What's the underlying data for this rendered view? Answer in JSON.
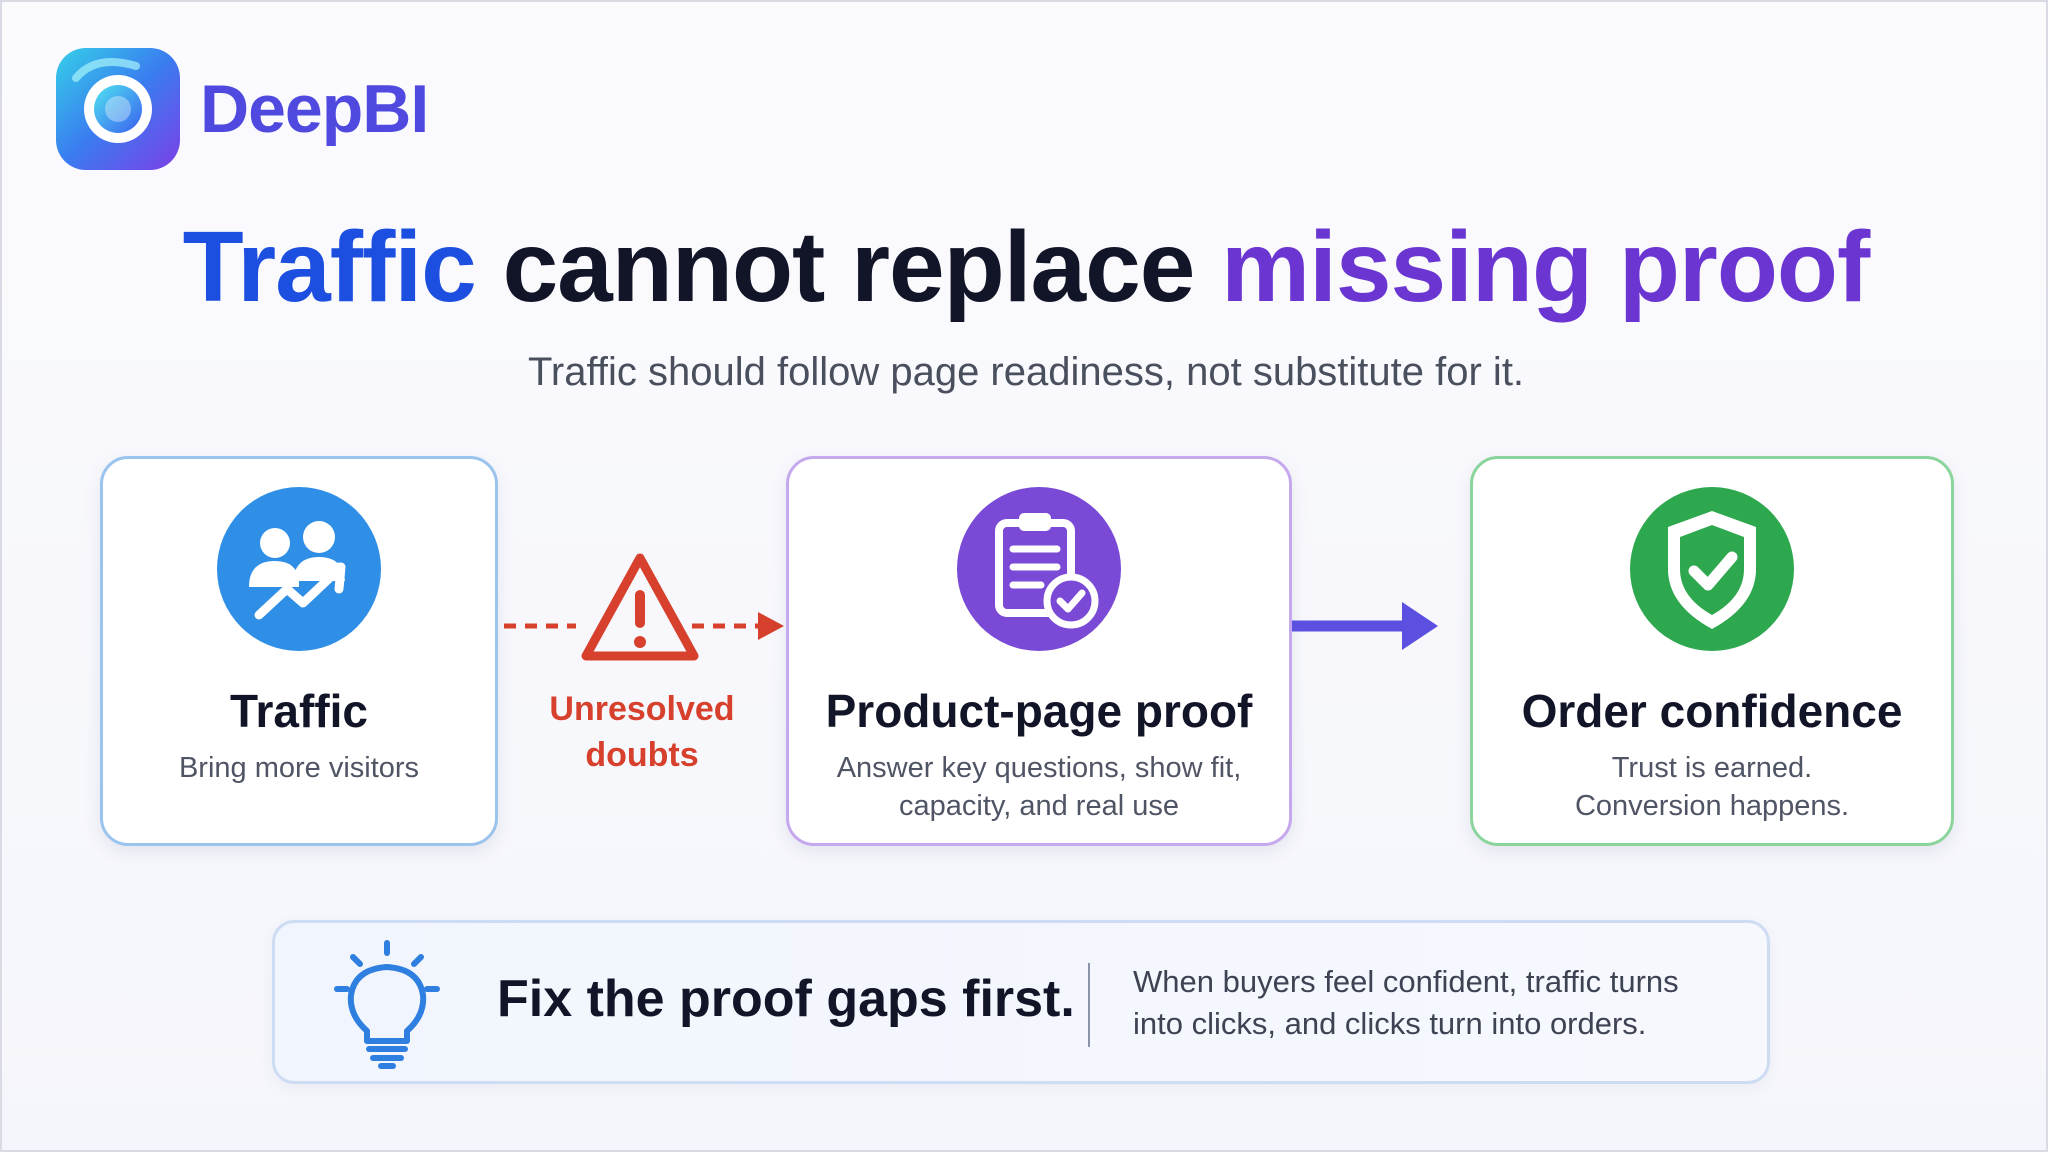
{
  "brand": {
    "name": "DeepBI",
    "colors": {
      "logo_text": "#4f49e0"
    }
  },
  "header": {
    "title_part1": "Traffic",
    "title_part2": " cannot replace ",
    "title_part3": "missing proof",
    "subtitle": "Traffic should follow page readiness, not substitute for it."
  },
  "flow": {
    "steps": [
      {
        "icon": "people-growth-icon",
        "title": "Traffic",
        "description": "Bring more visitors",
        "color": "#2f8ee6"
      },
      {
        "icon": "clipboard-check-icon",
        "title": "Product-page proof",
        "description": "Answer key questions, show fit, capacity, and real use",
        "color": "#7a4ad6"
      },
      {
        "icon": "shield-check-icon",
        "title": "Order confidence",
        "description": "Trust is earned. Conversion happens.",
        "color": "#2ea84f"
      }
    ],
    "warning": {
      "icon": "warning-triangle-icon",
      "label_line1": "Unresolved",
      "label_line2": "doubts",
      "color": "#d6402c"
    },
    "arrow_color": "#5b50e0"
  },
  "banner": {
    "icon": "lightbulb-icon",
    "headline": "Fix the proof gaps first.",
    "text": "When buyers feel confident, traffic turns into clicks, and clicks turn into orders."
  }
}
